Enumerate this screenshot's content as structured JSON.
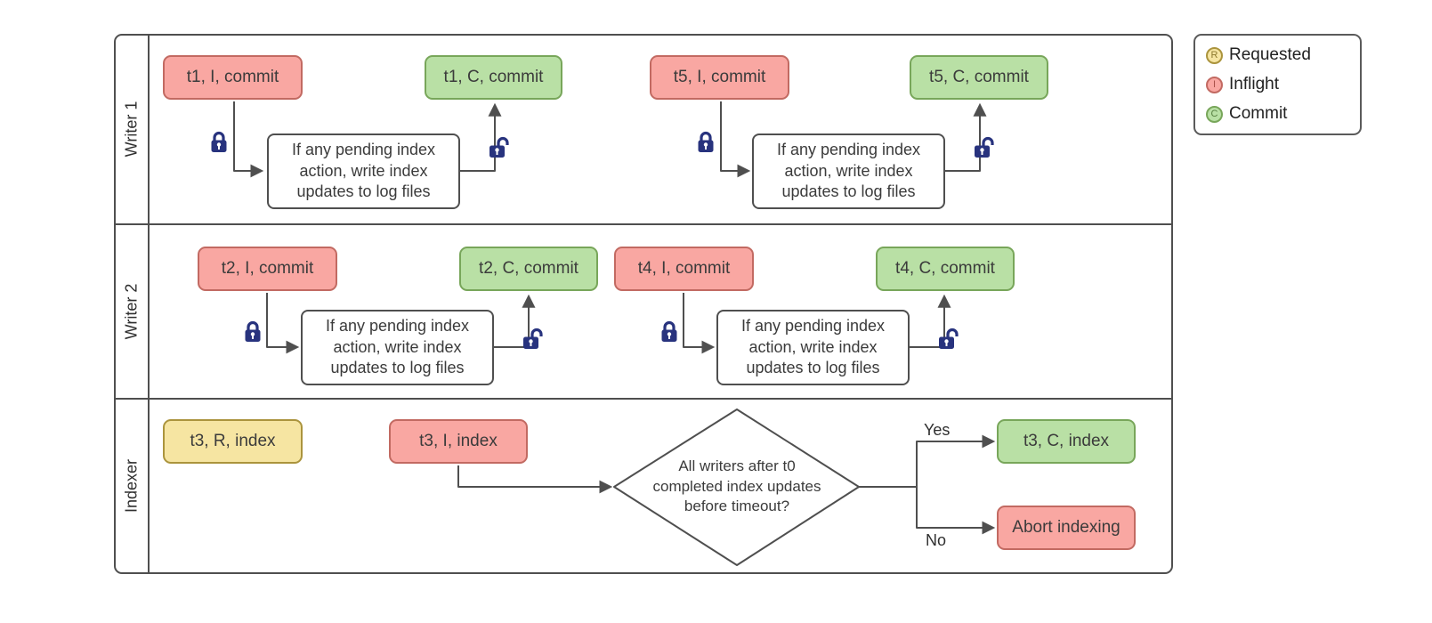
{
  "lanes": {
    "writer1": "Writer 1",
    "writer2": "Writer 2",
    "indexer": "Indexer"
  },
  "writer1": {
    "flow1": {
      "start": "t1, I, commit",
      "process": "If any pending index action, write index updates to log files",
      "end": "t1, C, commit"
    },
    "flow2": {
      "start": "t5, I, commit",
      "process": "If any pending index action, write index updates to log files",
      "end": "t5, C, commit"
    }
  },
  "writer2": {
    "flow1": {
      "start": "t2, I, commit",
      "process": "If any pending index action, write index updates to log files",
      "end": "t2, C, commit"
    },
    "flow2": {
      "start": "t4, I, commit",
      "process": "If any pending index action, write index updates to log files",
      "end": "t4, C, commit"
    }
  },
  "indexer": {
    "requested": "t3, R, index",
    "inflight": "t3, I, index",
    "decision": "All writers after t0 completed index updates before timeout?",
    "yes_label": "Yes",
    "no_label": "No",
    "commit": "t3, C, index",
    "abort": "Abort indexing"
  },
  "legend": {
    "items": [
      {
        "symbol": "R",
        "label": "Requested"
      },
      {
        "symbol": "I",
        "label": "Inflight"
      },
      {
        "symbol": "C",
        "label": "Commit"
      }
    ]
  },
  "icons": {
    "lock_closed": "closed-padlock",
    "lock_open": "open-padlock"
  },
  "colors": {
    "inflight_fill": "#f9a7a2",
    "inflight_border": "#c26a62",
    "commit_fill": "#b9e0a5",
    "commit_border": "#78a65a",
    "requested_fill": "#f6e5a2",
    "requested_border": "#ab943d",
    "connector": "#4f4f4f",
    "lock": "#28337e"
  }
}
